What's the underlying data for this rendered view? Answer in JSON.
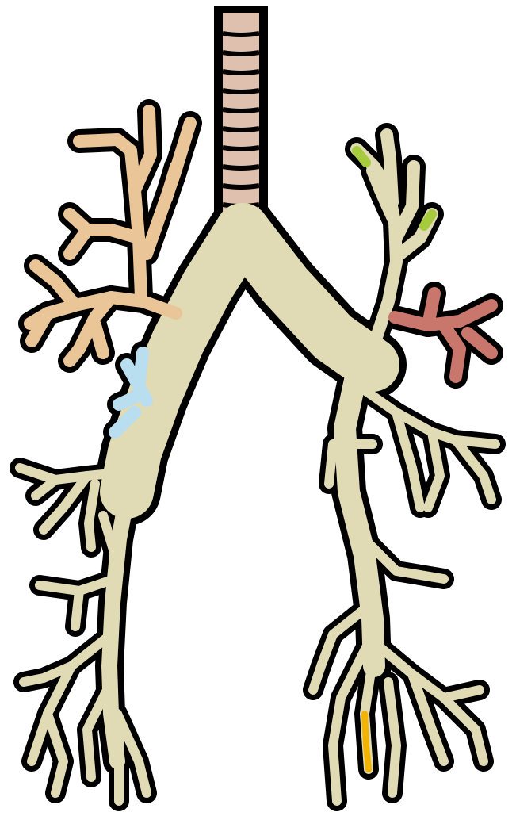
{
  "colors": {
    "background": "#ffffff",
    "outline": "#000000",
    "airway_beige": "#e0dbb5",
    "trachea_ring_pink": "#dfbfad",
    "right_upper_lobe_tan": "#e9c597",
    "right_middle_blue": "#b9def0",
    "left_apical_green": "#a6cb3e",
    "left_lingula_red": "#c9776c",
    "left_basal_yellow": "#f2b400"
  },
  "diagram": {
    "subject": "bronchial-tree",
    "parts": [
      "trachea",
      "cartilage-rings",
      "carina",
      "right-main-bronchus",
      "left-main-bronchus",
      "right-upper-lobe-bronchus",
      "right-middle-lobe-bronchus",
      "right-lower-lobe-bronchi",
      "left-upper-lobe-bronchi",
      "left-lingular-bronchus",
      "left-lower-lobe-bronchi"
    ]
  }
}
